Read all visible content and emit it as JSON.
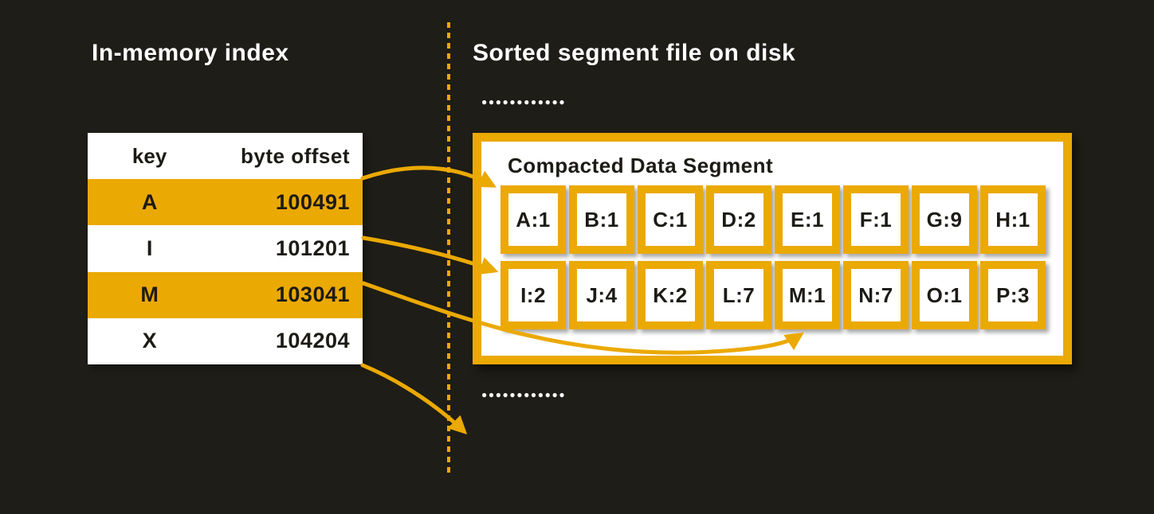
{
  "colors": {
    "accent": "#EBA903",
    "background": "#1E1D17",
    "table_text": "#1C1B16",
    "title_text": "#FFFFFF"
  },
  "left_panel": {
    "title": "In-memory index",
    "table": {
      "columns": [
        "key",
        "byte offset"
      ],
      "rows": [
        {
          "key": "A",
          "offset": "100491",
          "highlighted": true
        },
        {
          "key": "I",
          "offset": "101201",
          "highlighted": false
        },
        {
          "key": "M",
          "offset": "103041",
          "highlighted": true
        },
        {
          "key": "X",
          "offset": "104204",
          "highlighted": false
        }
      ]
    }
  },
  "right_panel": {
    "title": "Sorted segment file on disk",
    "ellipsis_top": "●●●●●●●●●●●●",
    "ellipsis_bottom": "●●●●●●●●●●●●",
    "segment": {
      "title": "Compacted Data Segment",
      "rows": [
        [
          "A:1",
          "B:1",
          "C:1",
          "D:2",
          "E:1",
          "F:1",
          "G:9",
          "H:1"
        ],
        [
          "I:2",
          "J:4",
          "K:2",
          "L:7",
          "M:1",
          "N:7",
          "O:1",
          "P:3"
        ]
      ]
    }
  },
  "arrows": [
    {
      "from": "index row A (100491)",
      "to": "segment cell A:1"
    },
    {
      "from": "index row I (101201)",
      "to": "segment cell I:2"
    },
    {
      "from": "index row M (103041)",
      "to": "segment cell M:1"
    },
    {
      "from": "index table bottom",
      "to": "next segment below (ellipsis)"
    }
  ]
}
